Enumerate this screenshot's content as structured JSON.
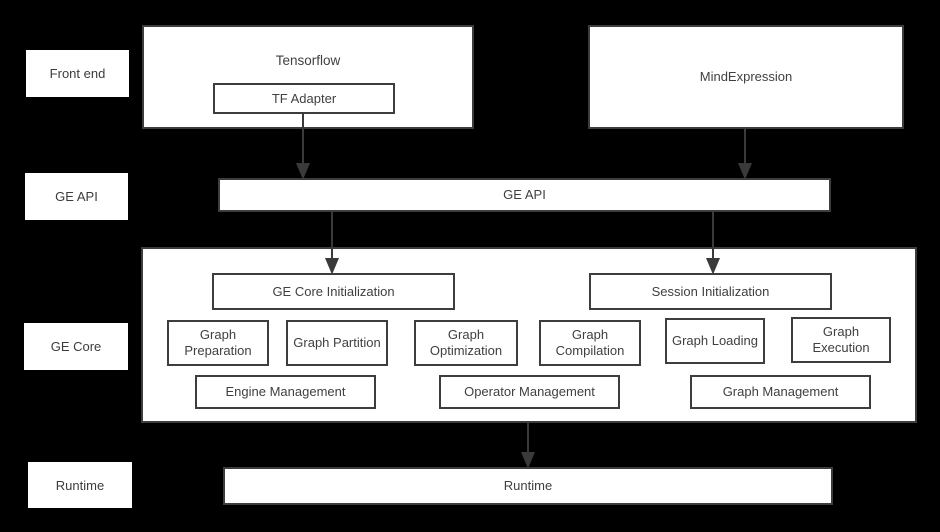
{
  "diagram": {
    "title": "GE (Graph Engine) architecture diagram",
    "colors": {
      "background": "#000000",
      "box_fill": "#ffffff",
      "border": "#3d3d3d",
      "text": "#404040",
      "arrow": "#3a3a3a"
    }
  },
  "row_labels": [
    {
      "label": "Front end"
    },
    {
      "label": "GE API"
    },
    {
      "label": "GE Core"
    },
    {
      "label": "Runtime"
    }
  ],
  "front_end": {
    "tensorflow_label": "Tensorflow",
    "tf_adapter_label": "TF Adapter",
    "mind_expression_label": "MindExpression"
  },
  "ge_api": {
    "label": "GE API"
  },
  "ge_core": {
    "init_boxes": [
      "GE Core Initialization",
      "Session Initialization"
    ],
    "stage_boxes": [
      "Graph Preparation",
      "Graph Partition",
      "Graph Optimization",
      "Graph Compilation",
      "Graph Loading",
      "Graph Execution"
    ],
    "management_boxes": [
      "Engine Management",
      "Operator Management",
      "Graph Management"
    ]
  },
  "runtime": {
    "label": "Runtime"
  }
}
